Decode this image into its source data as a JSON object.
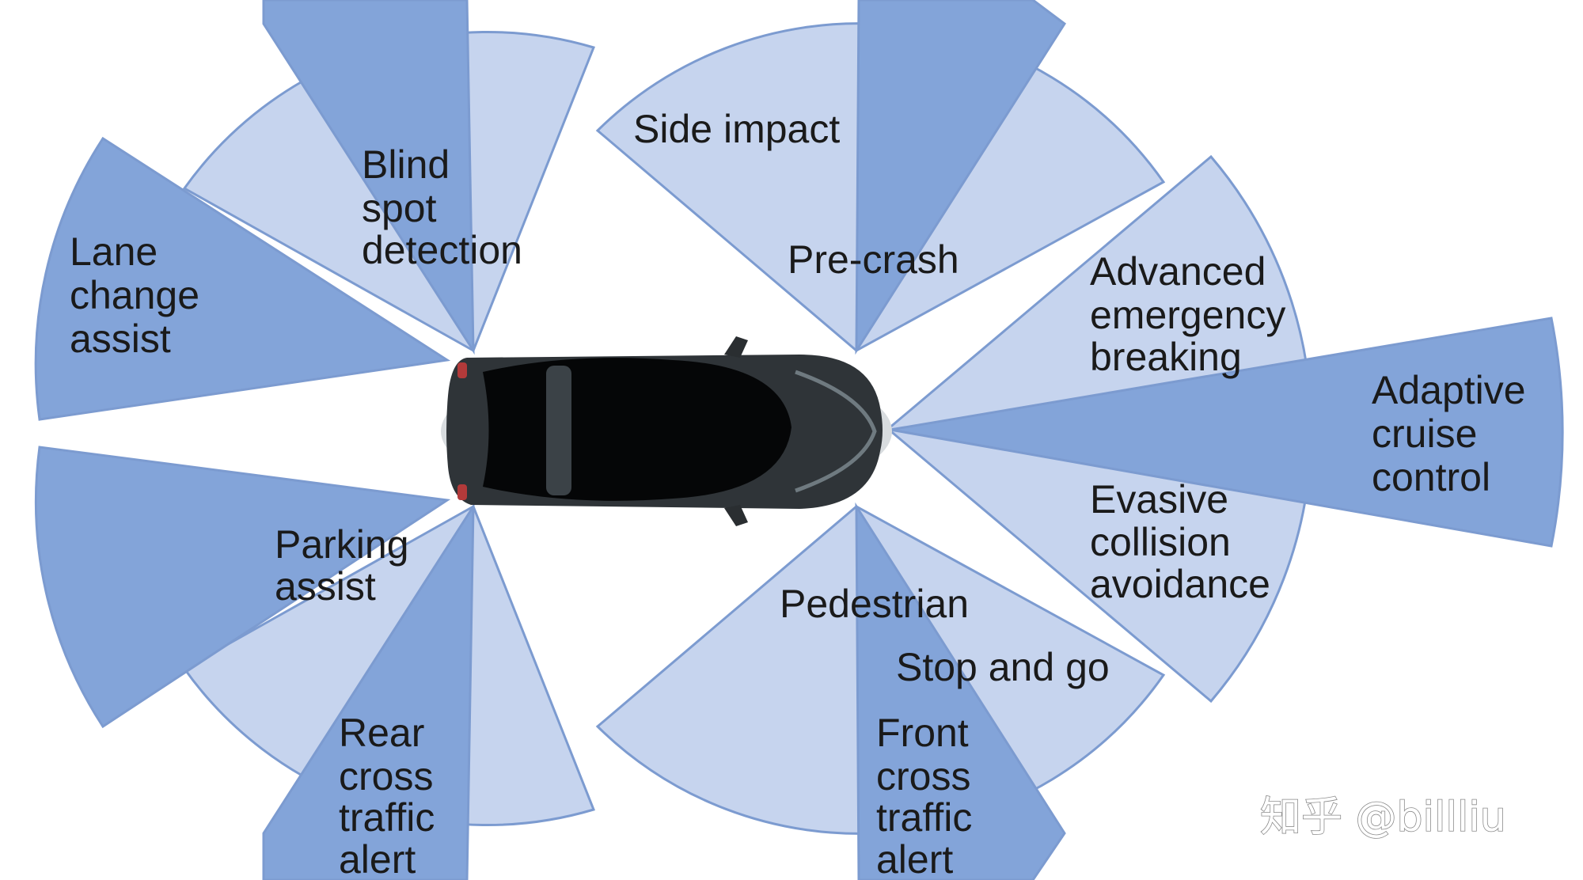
{
  "colors": {
    "light_sector": "#c6d4ee",
    "dark_sector": "#83a4d9",
    "outline": "#7c9bd0",
    "car_body": "#2f3438",
    "car_glass": "#050607"
  },
  "labels": {
    "side_impact": "Side impact",
    "blind_spot": [
      "Blind",
      "spot",
      "detection"
    ],
    "lane_change": [
      "Lane",
      "change",
      "assist"
    ],
    "pre_crash": "Pre-crash",
    "advanced_emergency": [
      "Advanced",
      "emergency",
      "breaking"
    ],
    "adaptive_cruise": [
      "Adaptive",
      "cruise",
      "control"
    ],
    "evasive_collision": [
      "Evasive",
      "collision",
      "avoidance"
    ],
    "parking_assist": [
      "Parking",
      "assist"
    ],
    "pedestrian": "Pedestrian",
    "stop_and_go": "Stop and go",
    "rear_cross": [
      "Rear",
      "cross",
      "traffic",
      "alert"
    ],
    "front_cross": [
      "Front",
      "cross",
      "traffic",
      "alert"
    ]
  },
  "watermark": "知乎 @billliu"
}
